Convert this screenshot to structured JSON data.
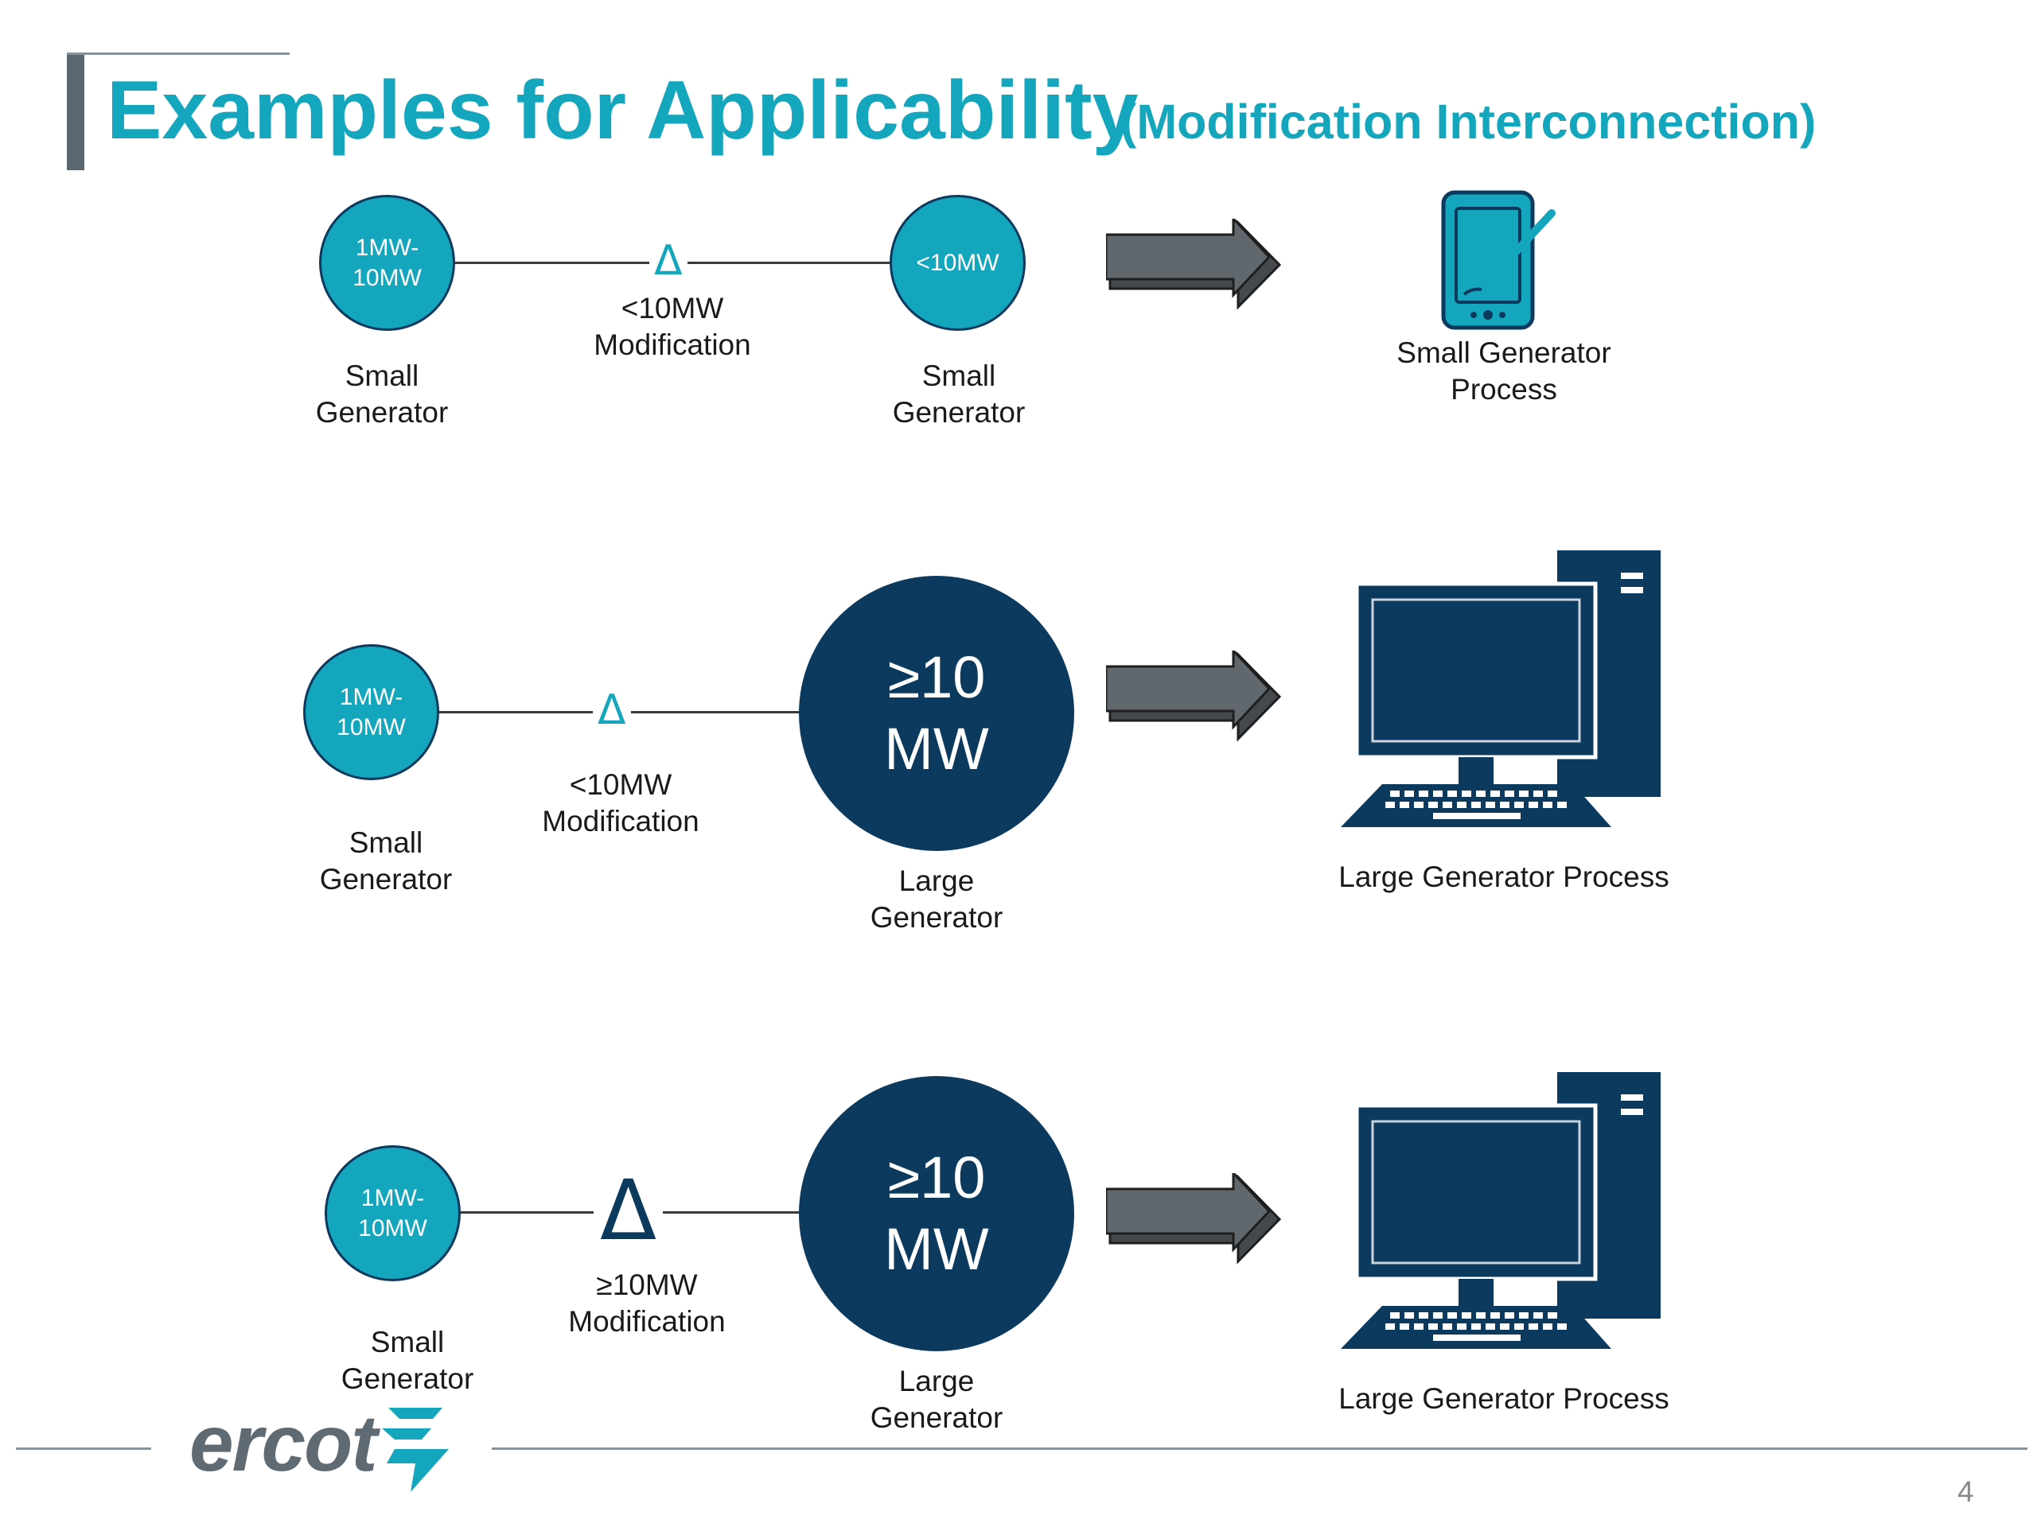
{
  "title": {
    "main": "Examples for Applicability",
    "sub": "(Modification Interconnection)"
  },
  "rows": [
    {
      "source": {
        "value": "1MW- 10MW",
        "label": "Small Generator"
      },
      "change": {
        "value": "<10MW",
        "label": "Modification"
      },
      "target": {
        "value": "<10MW",
        "label": "Small Generator"
      },
      "outcome": {
        "label": "Small Generator Process",
        "icon": "tablet-pen-icon"
      }
    },
    {
      "source": {
        "value": "1MW- 10MW",
        "label": "Small Generator"
      },
      "change": {
        "value": "<10MW",
        "label": "Modification"
      },
      "target": {
        "value_line1": "≥10",
        "value_line2": "MW",
        "label": "Large Generator"
      },
      "outcome": {
        "label": "Large Generator Process",
        "icon": "desktop-computer-icon"
      }
    },
    {
      "source": {
        "value": "1MW- 10MW",
        "label": "Small Generator"
      },
      "change": {
        "value": "≥10MW",
        "label": "Modification"
      },
      "target": {
        "value_line1": "≥10",
        "value_line2": "MW",
        "label": "Large Generator"
      },
      "outcome": {
        "label": "Large Generator Process",
        "icon": "desktop-computer-icon"
      }
    }
  ],
  "footer": {
    "logo_text": "ercot",
    "page_number": "4"
  },
  "colors": {
    "teal": "#14a6bd",
    "navy": "#0b3a5e",
    "arrow_gray": "#5a6268",
    "logo_gray": "#5f6a72"
  }
}
